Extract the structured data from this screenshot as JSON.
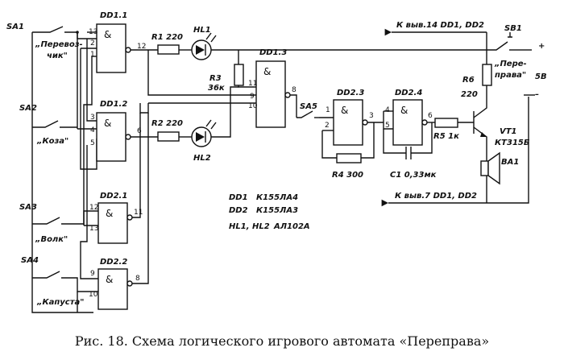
{
  "figure": {
    "caption": "Рис. 18. Схема логического игрового автомата «Переправа»"
  },
  "switches": {
    "sa1": {
      "ref": "SA1",
      "label": "„Перевоз-",
      "label2": "чик\""
    },
    "sa2": {
      "ref": "SA2",
      "label": "„Коза\""
    },
    "sa3": {
      "ref": "SA3",
      "label": "„Волк\""
    },
    "sa4": {
      "ref": "SA4",
      "label": "„Капуста\""
    },
    "sa5": {
      "ref": "SA5"
    },
    "sb1": {
      "ref": "SB1",
      "label": "„Пере-",
      "label2": "права\""
    }
  },
  "gates": {
    "dd11": {
      "ref": "DD1.1",
      "pins": [
        "13",
        "2",
        "1",
        "12"
      ]
    },
    "dd12": {
      "ref": "DD1.2",
      "pins": [
        "3",
        "4",
        "5",
        "6"
      ]
    },
    "dd13": {
      "ref": "DD1.3",
      "pins": [
        "11",
        "9",
        "10",
        "8"
      ]
    },
    "dd21": {
      "ref": "DD2.1",
      "pins": [
        "12",
        "13",
        "11"
      ]
    },
    "dd22": {
      "ref": "DD2.2",
      "pins": [
        "9",
        "10",
        "8"
      ]
    },
    "dd23": {
      "ref": "DD2.3",
      "pins": [
        "1",
        "2",
        "3"
      ]
    },
    "dd24": {
      "ref": "DD2.4",
      "pins": [
        "4",
        "5",
        "6"
      ]
    },
    "symbol": "&"
  },
  "components": {
    "r1": "R1 220",
    "r2": "R2 220",
    "r3": "R3",
    "r3_value": "36к",
    "r4": "R4 300",
    "r5": "R5 1к",
    "r6": "R6",
    "r6_value": "220",
    "hl1": "HL1",
    "hl2": "HL2",
    "c1": "C1 0,33мк",
    "vt1": "VT1",
    "vt1_type": "КТ315Б",
    "ba1": "BA1"
  },
  "power": {
    "top": "К выв.14 DD1, DD2",
    "bottom": "К выв.7 DD1, DD2",
    "plus": "+",
    "minus": "–",
    "voltage": "5В"
  },
  "legend": [
    {
      "ref": "DD1",
      "part": "К155ЛА4"
    },
    {
      "ref": "DD2",
      "part": "К155ЛА3"
    },
    {
      "ref": "HL1, HL2",
      "part": "АЛ102А"
    }
  ]
}
